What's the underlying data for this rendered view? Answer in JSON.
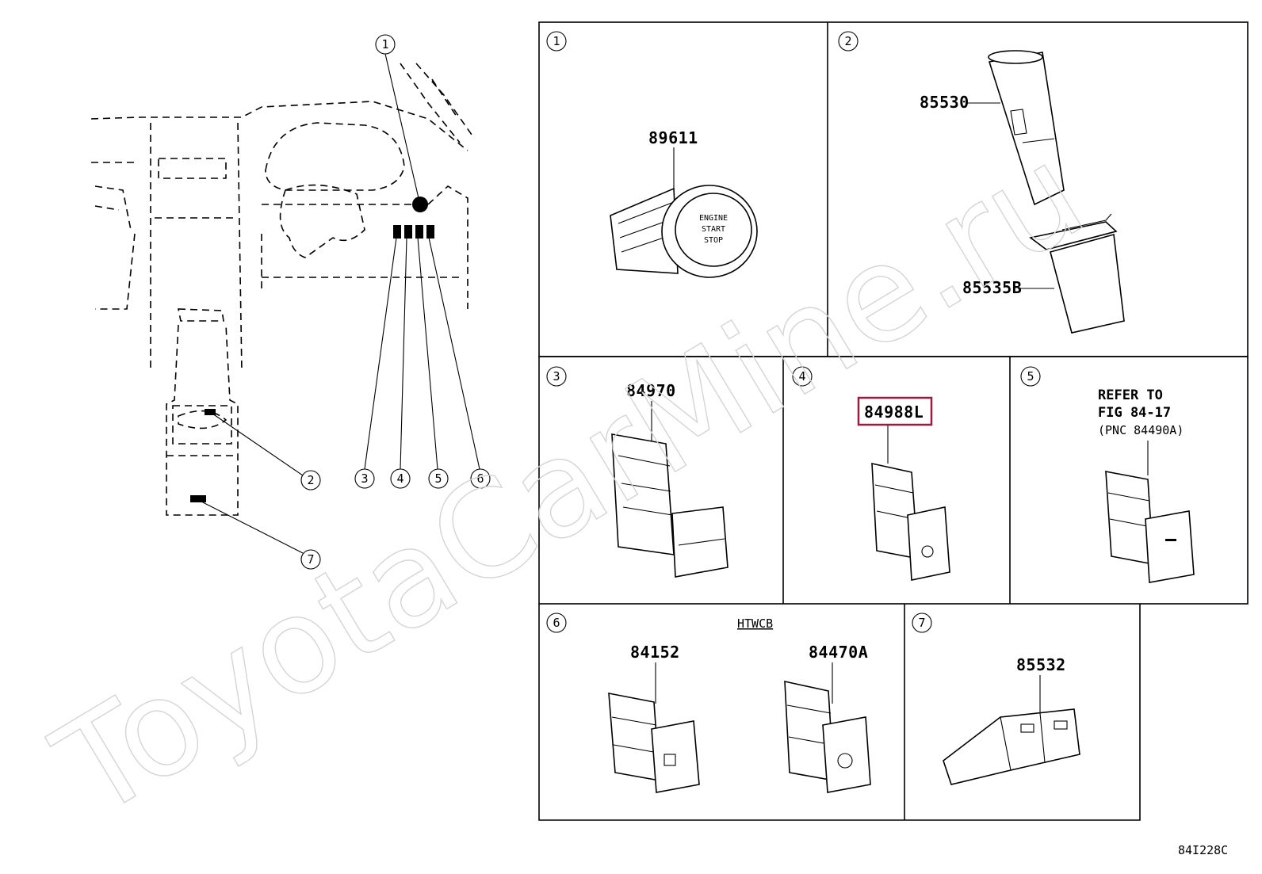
{
  "watermark": "ToyotaCarMine.ru",
  "figure_code": "84I228C",
  "overview_callouts": [
    "1",
    "2",
    "3",
    "4",
    "5",
    "6",
    "7"
  ],
  "panels": [
    {
      "num": "1",
      "parts": [
        "89611"
      ],
      "button_text": [
        "ENGINE",
        "START",
        "STOP"
      ]
    },
    {
      "num": "2",
      "parts": [
        "85530",
        "85535B"
      ]
    },
    {
      "num": "3",
      "parts": [
        "84970"
      ]
    },
    {
      "num": "4",
      "parts": [
        "84988L"
      ],
      "highlighted": true
    },
    {
      "num": "5",
      "note": [
        "REFER TO",
        "FIG 84-17",
        "(PNC 84490A)"
      ]
    },
    {
      "num": "6",
      "parts": [
        "84152",
        "84470A"
      ],
      "group_label": "HTWCB"
    },
    {
      "num": "7",
      "parts": [
        "85532"
      ]
    }
  ],
  "colors": {
    "highlight": "#9b1c3c",
    "line": "#000000",
    "watermark": "#d4d4d4"
  }
}
